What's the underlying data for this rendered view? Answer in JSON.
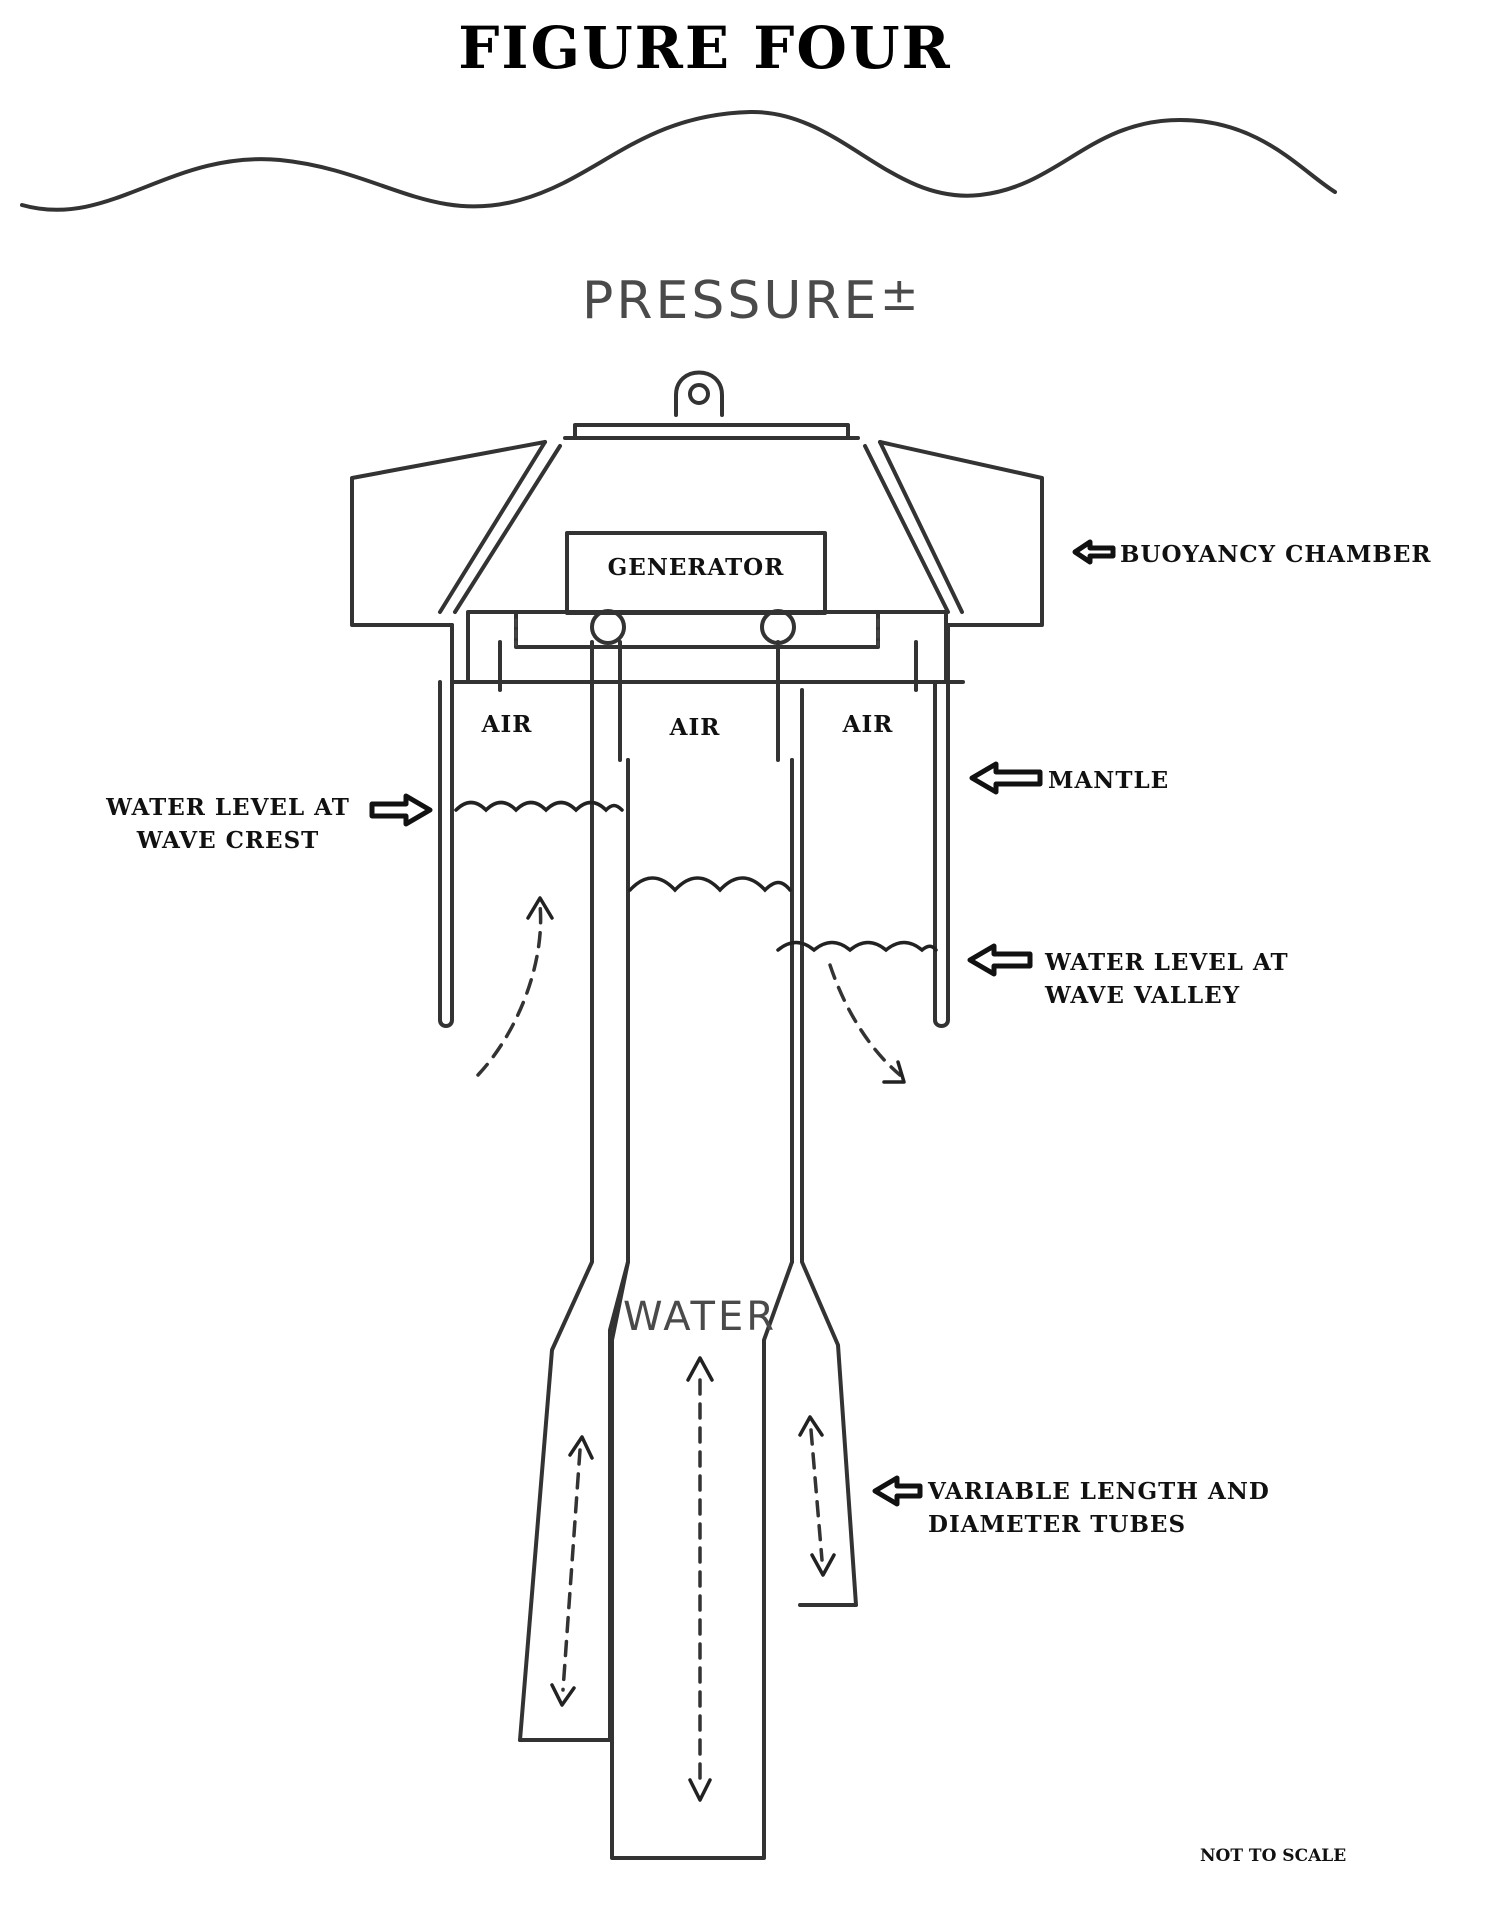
{
  "title": "FIGURE FOUR",
  "pressure_label": "PRESSURE",
  "pressure_symbol": "±",
  "generator_label": "GENERATOR",
  "air_labels": [
    "AIR",
    "AIR",
    "AIR"
  ],
  "water_label": "WATER",
  "callouts": {
    "buoyancy_chamber": "BUOYANCY CHAMBER",
    "mantle": "MANTLE",
    "crest_line1": "WATER LEVEL AT",
    "crest_line2": "WAVE CREST",
    "valley_line1": "WATER LEVEL AT",
    "valley_line2": "WAVE VALLEY",
    "tubes_line1": "VARIABLE LENGTH AND",
    "tubes_line2": "DIAMETER TUBES"
  },
  "footnote": "NOT TO SCALE"
}
